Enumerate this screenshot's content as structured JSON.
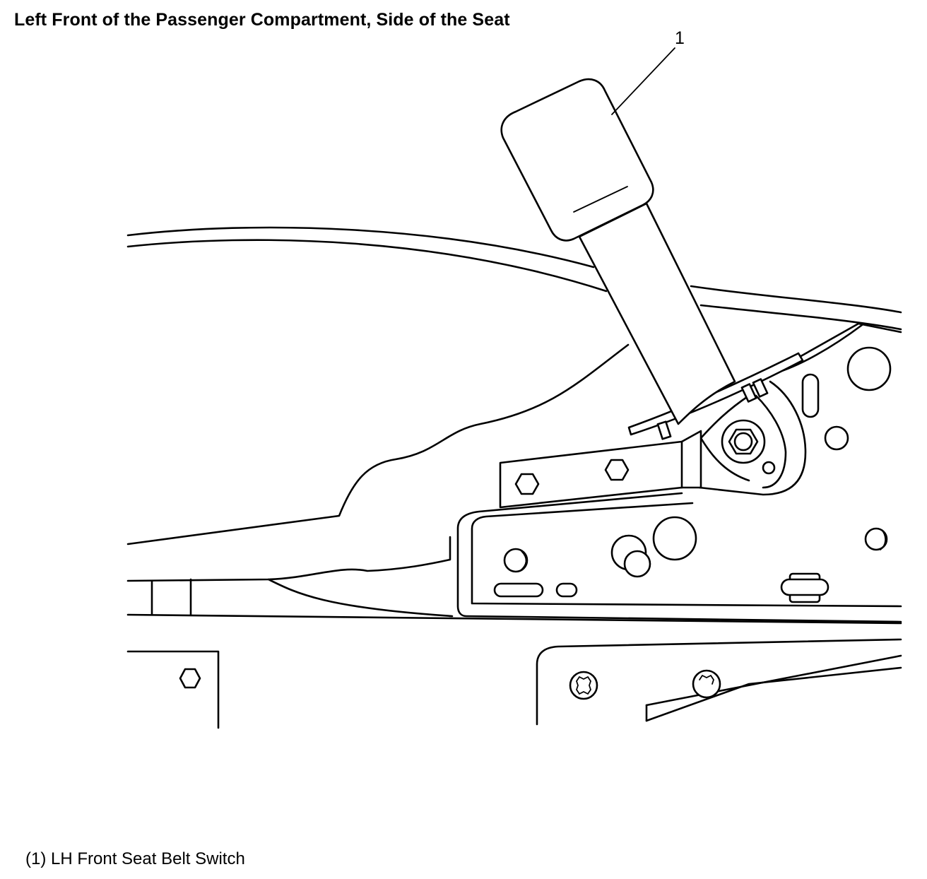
{
  "title": "Left Front of the Passenger Compartment, Side of the Seat",
  "callouts": [
    {
      "number": "1"
    }
  ],
  "legend": [
    {
      "number": "(1)",
      "label": "LH Front Seat Belt Switch"
    }
  ]
}
